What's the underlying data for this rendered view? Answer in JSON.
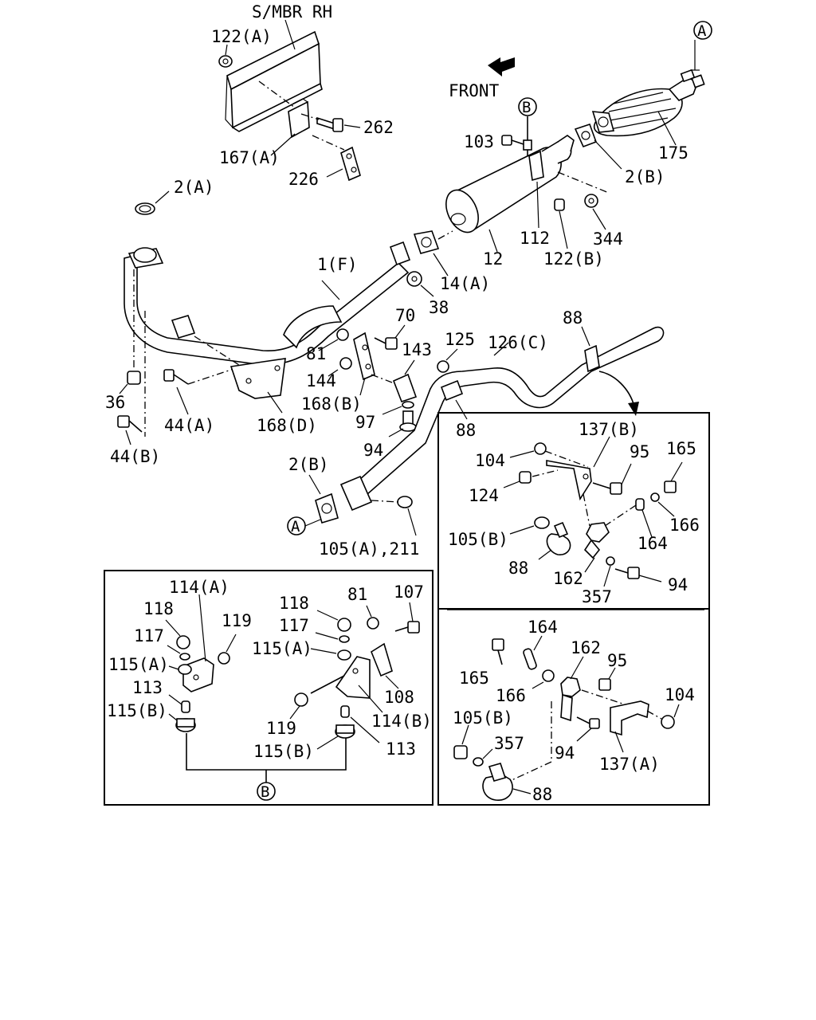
{
  "labels": {
    "smbr_rh": "S/MBR RH",
    "front": "FRONT",
    "p122a_top": "122(A)",
    "p262": "262",
    "p167a": "167(A)",
    "p226": "226",
    "p2a": "2(A)",
    "p103": "103",
    "p175": "175",
    "p2b_top": "2(B)",
    "p344": "344",
    "p112": "112",
    "p12": "12",
    "p122b": "122(B)",
    "p14a": "14(A)",
    "p38": "38",
    "p1f": "1(F)",
    "p70": "70",
    "p81_main": "81",
    "p143": "143",
    "p125": "125",
    "p126c": "126(C)",
    "p88_top": "88",
    "p144": "144",
    "p168b": "168(B)",
    "p97": "97",
    "p94_main": "94",
    "p88_mid": "88",
    "p36": "36",
    "p44a": "44(A)",
    "p168d": "168(D)",
    "p44b": "44(B)",
    "p2b_bottom": "2(B)",
    "p105a_211": "105(A),211"
  },
  "callouts": {
    "a_top": "A",
    "b_top": "B",
    "a_bottom": "A",
    "b_bottom": "B"
  },
  "box_left": {
    "p114a": "114(A)",
    "p118_l": "118",
    "p119_l": "119",
    "p117_l": "117",
    "p115a_l": "115(A)",
    "p113_l": "113",
    "p115b_l": "115(B)",
    "p118_r": "118",
    "p81": "81",
    "p107": "107",
    "p117_r": "117",
    "p115a_r": "115(A)",
    "p108": "108",
    "p119_r": "119",
    "p114b": "114(B)",
    "p113_r": "113",
    "p115b_r": "115(B)"
  },
  "box_right_top": {
    "p137b": "137(B)",
    "p104": "104",
    "p95": "95",
    "p165": "165",
    "p124": "124",
    "p166": "166",
    "p105b": "105(B)",
    "p164": "164",
    "p88": "88",
    "p162": "162",
    "p94": "94",
    "p357": "357"
  },
  "box_right_bottom": {
    "p164": "164",
    "p162": "162",
    "p95": "95",
    "p165": "165",
    "p166": "166",
    "p104": "104",
    "p105b": "105(B)",
    "p357": "357",
    "p94": "94",
    "p137a": "137(A)",
    "p88": "88"
  }
}
